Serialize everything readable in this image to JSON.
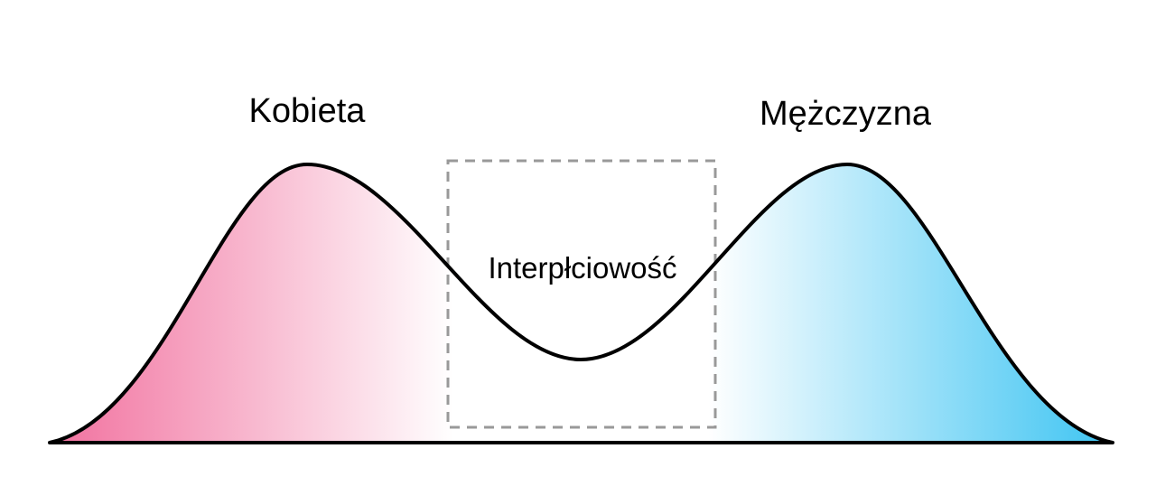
{
  "diagram": {
    "labels": {
      "left_peak": "Kobieta",
      "right_peak": "Mężczyzna",
      "middle": "Interpłciowość"
    },
    "colors": {
      "female_pink": "#F1709E",
      "male_blue": "#3EC4F2",
      "curve_outline": "#000000",
      "dashed_box": "#999999",
      "background": "#FFFFFF"
    }
  }
}
